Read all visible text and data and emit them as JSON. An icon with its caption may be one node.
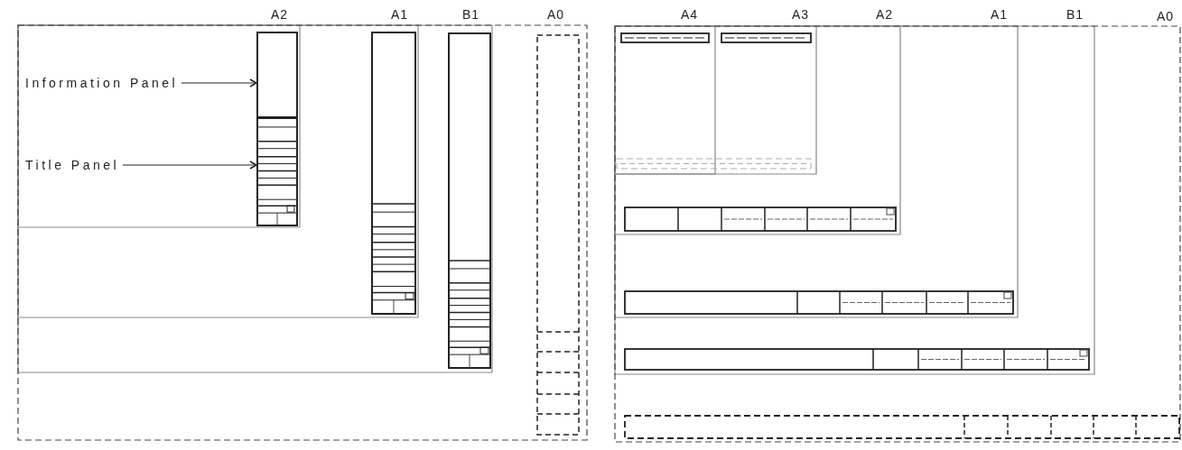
{
  "diagram": {
    "nodes": [
      {
        "text": [
          "Information Panel"
        ]
      },
      {
        "text": [
          "Title Panel"
        ]
      },
      {
        "text": [],
        "shape": "box"
      },
      {
        "text": [],
        "shape": "box"
      }
    ],
    "edges": [
      {
        "from": 0,
        "to": 2,
        "arrow": "to"
      },
      {
        "from": 1,
        "to": 3,
        "arrow": "to"
      }
    ],
    "labels": [
      "A2",
      "A1",
      "B1",
      "A0",
      "A4",
      "A3",
      "A2",
      "A1",
      "B1",
      "A0"
    ]
  }
}
